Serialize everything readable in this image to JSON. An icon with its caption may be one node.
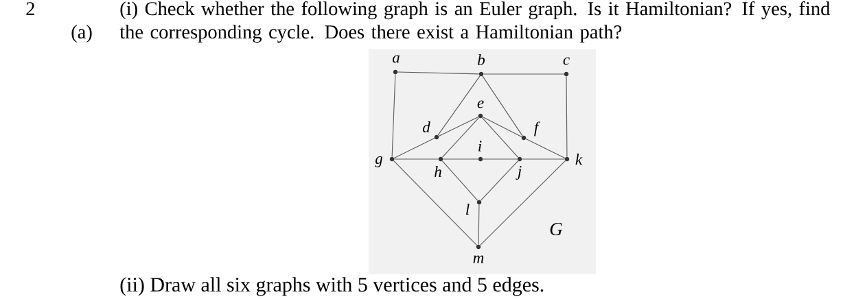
{
  "diagram": {
    "nodes": [
      {
        "text": [
          "a"
        ]
      },
      {
        "text": [
          "b"
        ]
      },
      {
        "text": [
          "c"
        ]
      },
      {
        "text": [
          "d"
        ]
      },
      {
        "text": [
          "e"
        ]
      },
      {
        "text": [
          "f"
        ]
      },
      {
        "text": [
          "g"
        ]
      },
      {
        "text": [
          "h"
        ]
      },
      {
        "text": [
          "i"
        ]
      },
      {
        "text": [
          "j"
        ]
      },
      {
        "text": [
          "k"
        ]
      },
      {
        "text": [
          "l"
        ]
      },
      {
        "text": [
          "m"
        ]
      }
    ],
    "edges": [
      {
        "from": 0,
        "to": 1,
        "arrow": "none"
      },
      {
        "from": 1,
        "to": 2,
        "arrow": "none"
      },
      {
        "from": 0,
        "to": 6,
        "arrow": "none"
      },
      {
        "from": 2,
        "to": 10,
        "arrow": "none"
      },
      {
        "from": 1,
        "to": 3,
        "arrow": "none"
      },
      {
        "from": 1,
        "to": 5,
        "arrow": "none"
      },
      {
        "from": 6,
        "to": 3,
        "arrow": "none"
      },
      {
        "from": 3,
        "to": 4,
        "arrow": "none"
      },
      {
        "from": 4,
        "to": 5,
        "arrow": "none"
      },
      {
        "from": 5,
        "to": 10,
        "arrow": "none"
      },
      {
        "from": 4,
        "to": 7,
        "arrow": "none"
      },
      {
        "from": 4,
        "to": 9,
        "arrow": "none"
      },
      {
        "from": 6,
        "to": 7,
        "arrow": "none"
      },
      {
        "from": 7,
        "to": 8,
        "arrow": "none"
      },
      {
        "from": 8,
        "to": 9,
        "arrow": "none"
      },
      {
        "from": 9,
        "to": 10,
        "arrow": "none"
      },
      {
        "from": 7,
        "to": 11,
        "arrow": "none"
      },
      {
        "from": 9,
        "to": 11,
        "arrow": "none"
      },
      {
        "from": 11,
        "to": 12,
        "arrow": "none"
      },
      {
        "from": 6,
        "to": 12,
        "arrow": "none"
      },
      {
        "from": 10,
        "to": 12,
        "arrow": "none"
      }
    ],
    "labels": [
      "2",
      "(i) Check whether the following graph is an Euler graph. Is it Hamiltonian? If yes, find the corresponding cycle. Does there exist a Hamiltonian path?",
      "(a)",
      "G",
      "(ii) Draw all six graphs with 5 vertices and 5 edges."
    ]
  }
}
